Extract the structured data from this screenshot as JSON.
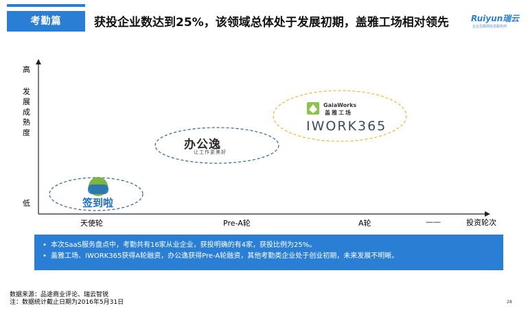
{
  "header": {
    "section_tag": "考勤篇",
    "title": "获投企业数达到25%，该领域总体处于发展初期，盖雅工场相对领先",
    "logo_text": "Ruiyun瑞云",
    "logo_sub": "企业互联网信息服务商"
  },
  "chart": {
    "y_axis_top": "高",
    "y_axis_title": "发展成熟度",
    "y_axis_bottom": "低",
    "x_ticks": [
      "天使轮",
      "Pre-A轮",
      "A轮",
      "——"
    ],
    "x_axis_title": "投资轮次",
    "ellipses": [
      {
        "round": "天使轮",
        "brand": "签到啦"
      },
      {
        "round": "Pre-A轮",
        "brand": "办公逸",
        "brand_sub": "让工作更美好"
      },
      {
        "round": "A轮",
        "brand": "GaiaWorks",
        "brand_cn": "盖雅工场",
        "brand2": "IWORK365"
      }
    ]
  },
  "info": {
    "bullets": [
      "本次SaaS服务盘点中，考勤共有16家从业企业，获投明确的有4家，获投比例为25%。",
      "盖雅工场、IWORK365获得A轮融资，办公逸获得Pre-A轮融资，其他考勤类企业处于创业初期，未来发展不明晰。"
    ]
  },
  "footer": {
    "source": "数据来源：品途商业评论、瑞云智锐",
    "note": "注：数据统计截止日期为2016年5月31日",
    "page": "28"
  },
  "colors": {
    "accent": "#2a7fd4",
    "ellipse_stroke": "#2a5f9e",
    "highlight_stroke": "#f2b43a"
  }
}
